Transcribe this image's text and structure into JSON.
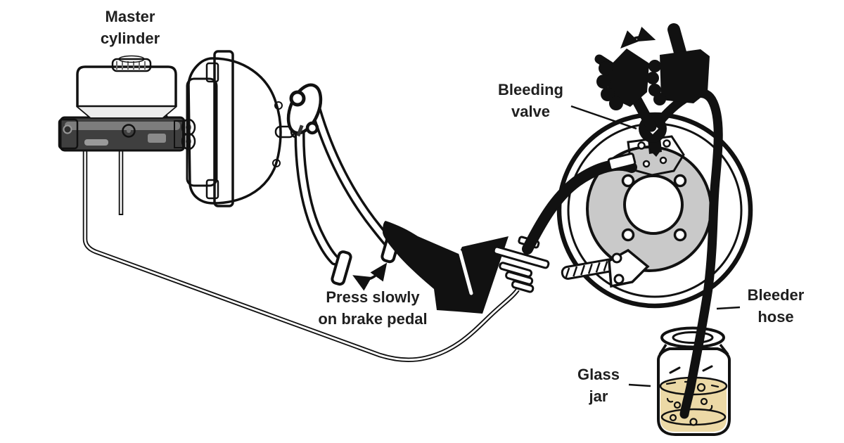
{
  "page": {
    "title": "Brake bleeding procedure diagram"
  },
  "labels": {
    "master_cylinder": {
      "line1": "Master",
      "line2": "cylinder"
    },
    "bleeding_valve": {
      "line1": "Bleeding",
      "line2": "valve"
    },
    "press_pedal": {
      "line1": "Press slowly",
      "line2": "on brake pedal"
    },
    "bleeder_hose": {
      "line1": "Bleeder",
      "line2": "hose"
    },
    "glass_jar": {
      "line1": "Glass",
      "line2": "jar"
    }
  },
  "components": {
    "master_cylinder": "master-cylinder-with-reservoir",
    "brake_booster": "vacuum-brake-booster",
    "brake_pedal": "brake-pedal-levers",
    "foot": "foot-pressing-pedal",
    "brake_line": "steel-brake-line",
    "hose_fitting": "hose-fitting",
    "wheel": "wheel-rim-and-brake-rotor",
    "caliper": "brake-caliper",
    "bleeding_valve": "bleeding-valve",
    "wrench": "wrench-on-valve",
    "hands": "hands-turning-wrench",
    "bleeder_hose": "bleeder-hose",
    "glass_jar": "glass-jar",
    "brake_fluid": "brake-fluid-with-bubbles"
  },
  "arrows": {
    "wrench_motion": "back-and-forth",
    "pedal_motion": "back-and-forth"
  },
  "colors": {
    "background": "#ffffff",
    "text": "#1f1f1f",
    "outline": "#111111",
    "booster_gray": "#a9a9a9",
    "rotor_gray": "#c9c9c9",
    "metal_dark": "#3f3f3f",
    "fluid_tan": "#ecd9a6"
  }
}
